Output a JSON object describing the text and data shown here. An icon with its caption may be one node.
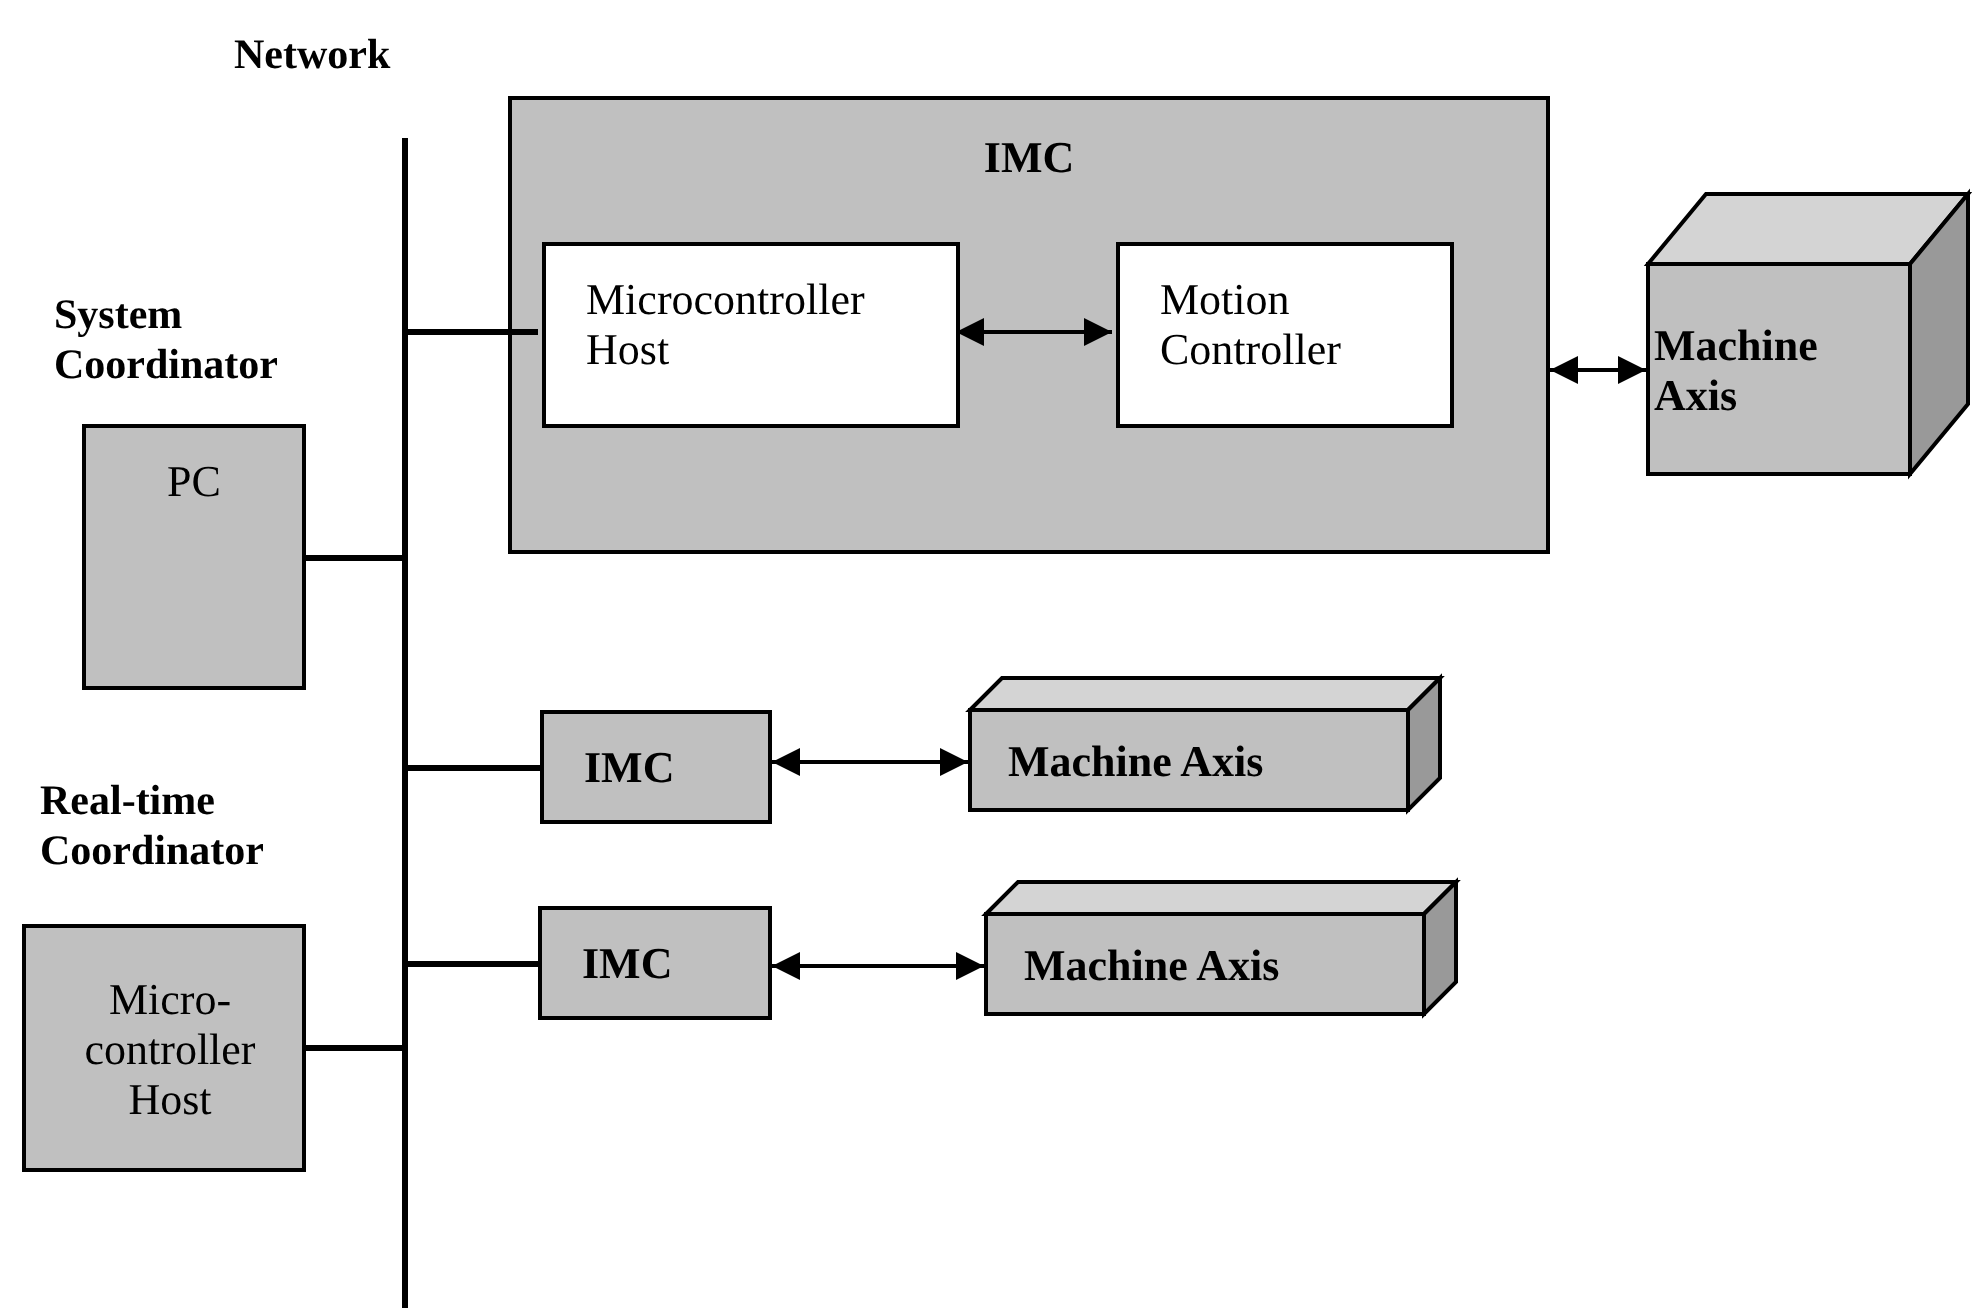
{
  "diagram": {
    "nodes": [
      {
        "text": [
          "Network"
        ]
      },
      {
        "text": [
          "IMC"
        ]
      },
      {
        "text": [
          "Microcontroller Host"
        ],
        "in": 1
      },
      {
        "text": [
          "Motion Controller"
        ],
        "in": 1
      },
      {
        "text": [
          "Machine Axis"
        ]
      },
      {
        "text": [
          "System Coordinator",
          "PC"
        ]
      },
      {
        "text": [
          "IMC"
        ]
      },
      {
        "text": [
          "Machine Axis"
        ]
      },
      {
        "text": [
          "IMC"
        ]
      },
      {
        "text": [
          "Machine Axis"
        ]
      },
      {
        "text": [
          "Real-time Coordinator",
          "Micro-controller Host"
        ]
      }
    ],
    "edges": [
      {
        "from": 0,
        "to": 2,
        "arrow": "none"
      },
      {
        "from": 2,
        "to": 3,
        "arrow": "both"
      },
      {
        "from": 1,
        "to": 4,
        "arrow": "both"
      },
      {
        "from": 0,
        "to": 5,
        "arrow": "none"
      },
      {
        "from": 0,
        "to": 6,
        "arrow": "none"
      },
      {
        "from": 6,
        "to": 7,
        "arrow": "both"
      },
      {
        "from": 0,
        "to": 8,
        "arrow": "none"
      },
      {
        "from": 8,
        "to": 9,
        "arrow": "both"
      },
      {
        "from": 0,
        "to": 10,
        "arrow": "none"
      }
    ]
  }
}
